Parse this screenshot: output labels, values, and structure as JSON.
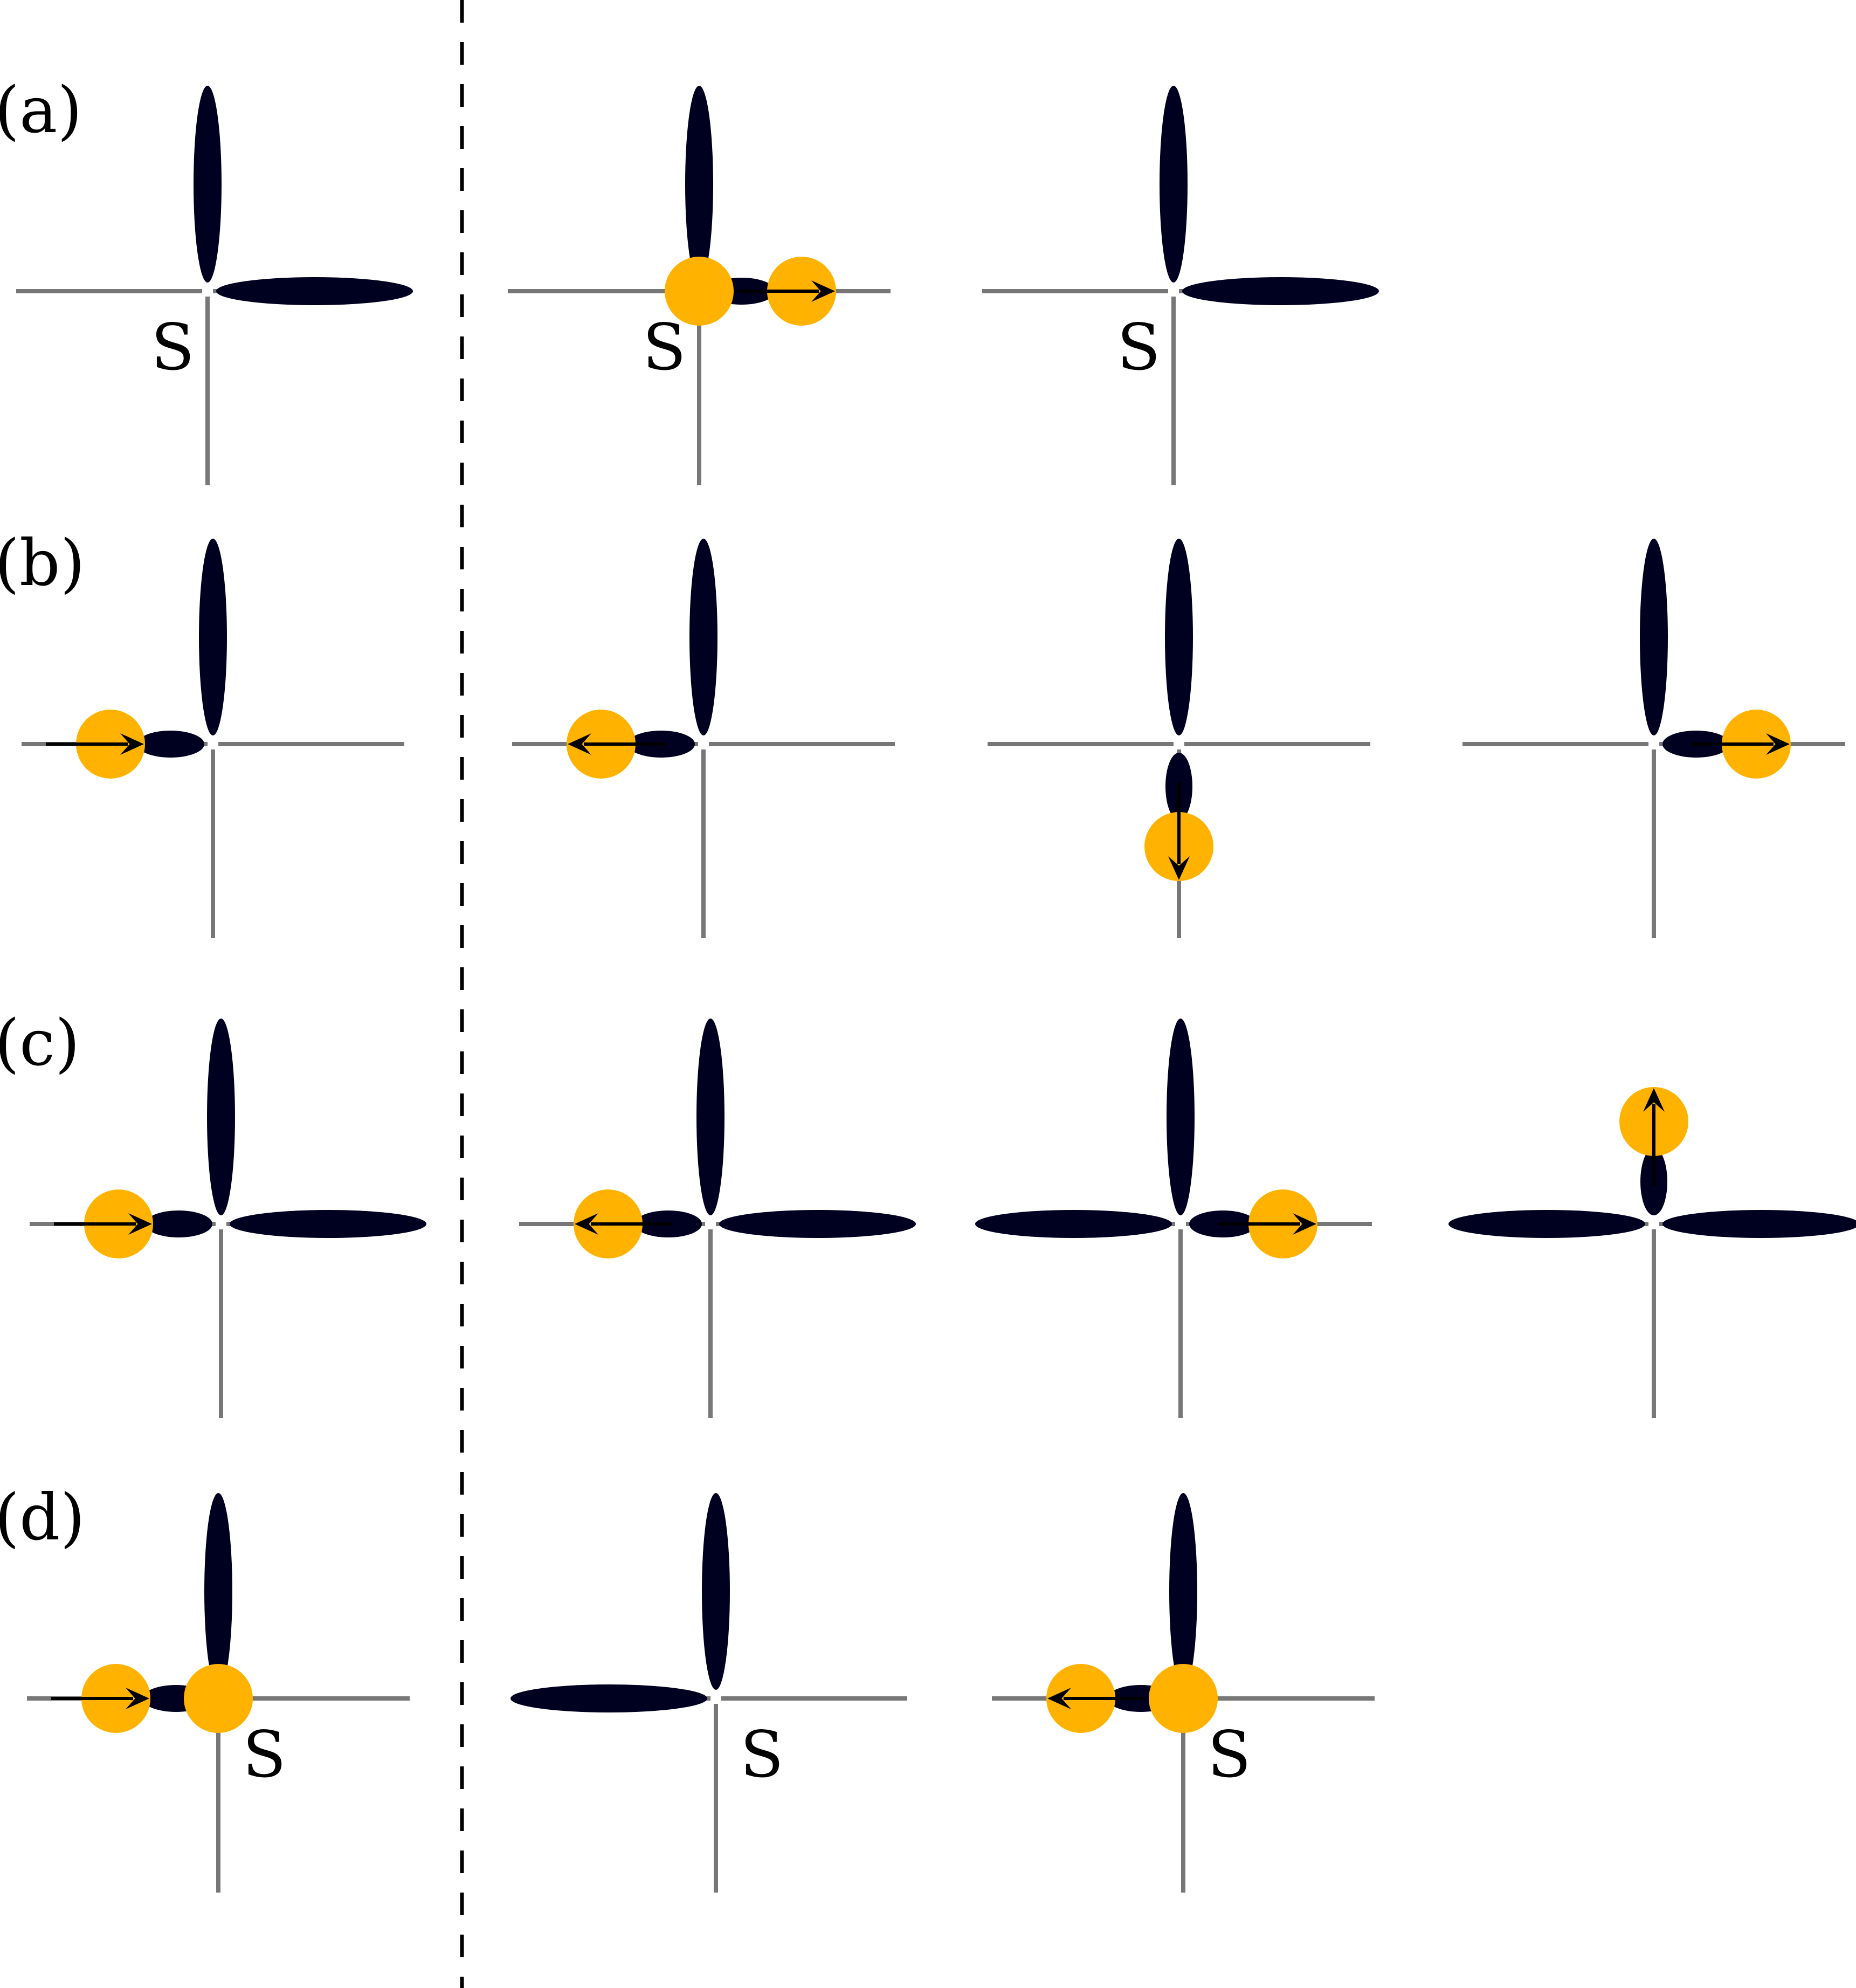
{
  "colors": {
    "background": "#ffffff",
    "axis": "#777777",
    "lobe": "#000020",
    "ball": "#ffb300",
    "arrow": "#000000",
    "divider": "#000000"
  },
  "rows": [
    {
      "label": "(a)",
      "panels": [
        {
          "site_label": "S",
          "lobes": [
            {
              "dir": "up",
              "len": "long"
            },
            {
              "dir": "right",
              "len": "long"
            }
          ],
          "balls": []
        },
        {
          "site_label": "S",
          "lobes": [
            {
              "dir": "up",
              "len": "long"
            },
            {
              "dir": "right",
              "len": "short"
            }
          ],
          "balls": [
            {
              "pos": "center"
            },
            {
              "pos": "right",
              "arrow": "right"
            }
          ]
        },
        {
          "site_label": "S",
          "lobes": [
            {
              "dir": "up",
              "len": "long"
            },
            {
              "dir": "right",
              "len": "long"
            }
          ],
          "balls": []
        }
      ]
    },
    {
      "label": "(b)",
      "panels": [
        {
          "lobes": [
            {
              "dir": "up",
              "len": "long"
            },
            {
              "dir": "left",
              "len": "short"
            }
          ],
          "balls": [
            {
              "pos": "left",
              "arrow": "right"
            }
          ]
        },
        {
          "lobes": [
            {
              "dir": "up",
              "len": "long"
            },
            {
              "dir": "left",
              "len": "short"
            }
          ],
          "balls": [
            {
              "pos": "left",
              "arrow": "left"
            }
          ]
        },
        {
          "lobes": [
            {
              "dir": "up",
              "len": "long"
            },
            {
              "dir": "down",
              "len": "short"
            }
          ],
          "balls": [
            {
              "pos": "down",
              "arrow": "down"
            }
          ]
        },
        {
          "lobes": [
            {
              "dir": "up",
              "len": "long"
            },
            {
              "dir": "right",
              "len": "short"
            }
          ],
          "balls": [
            {
              "pos": "right",
              "arrow": "right"
            }
          ]
        }
      ]
    },
    {
      "label": "(c)",
      "panels": [
        {
          "lobes": [
            {
              "dir": "up",
              "len": "long"
            },
            {
              "dir": "right",
              "len": "long"
            },
            {
              "dir": "left",
              "len": "short"
            }
          ],
          "balls": [
            {
              "pos": "left",
              "arrow": "right"
            }
          ]
        },
        {
          "lobes": [
            {
              "dir": "up",
              "len": "long"
            },
            {
              "dir": "right",
              "len": "long"
            },
            {
              "dir": "left",
              "len": "short"
            }
          ],
          "balls": [
            {
              "pos": "left",
              "arrow": "left"
            }
          ]
        },
        {
          "lobes": [
            {
              "dir": "up",
              "len": "long"
            },
            {
              "dir": "left",
              "len": "long"
            },
            {
              "dir": "right",
              "len": "short"
            }
          ],
          "balls": [
            {
              "pos": "right",
              "arrow": "right"
            }
          ]
        },
        {
          "lobes": [
            {
              "dir": "left",
              "len": "long"
            },
            {
              "dir": "right",
              "len": "long"
            },
            {
              "dir": "up",
              "len": "short"
            }
          ],
          "balls": [
            {
              "pos": "up",
              "arrow": "up"
            }
          ]
        }
      ]
    },
    {
      "label": "(d)",
      "panels": [
        {
          "site_label": "S",
          "lobes": [
            {
              "dir": "up",
              "len": "long"
            },
            {
              "dir": "left",
              "len": "short"
            }
          ],
          "balls": [
            {
              "pos": "center"
            },
            {
              "pos": "left",
              "arrow": "right"
            }
          ]
        },
        {
          "site_label": "S",
          "lobes": [
            {
              "dir": "up",
              "len": "long"
            },
            {
              "dir": "left",
              "len": "long"
            }
          ],
          "balls": []
        },
        {
          "site_label": "S",
          "lobes": [
            {
              "dir": "up",
              "len": "long"
            },
            {
              "dir": "left",
              "len": "short"
            }
          ],
          "balls": [
            {
              "pos": "center"
            },
            {
              "pos": "left",
              "arrow": "left"
            }
          ]
        }
      ]
    }
  ]
}
